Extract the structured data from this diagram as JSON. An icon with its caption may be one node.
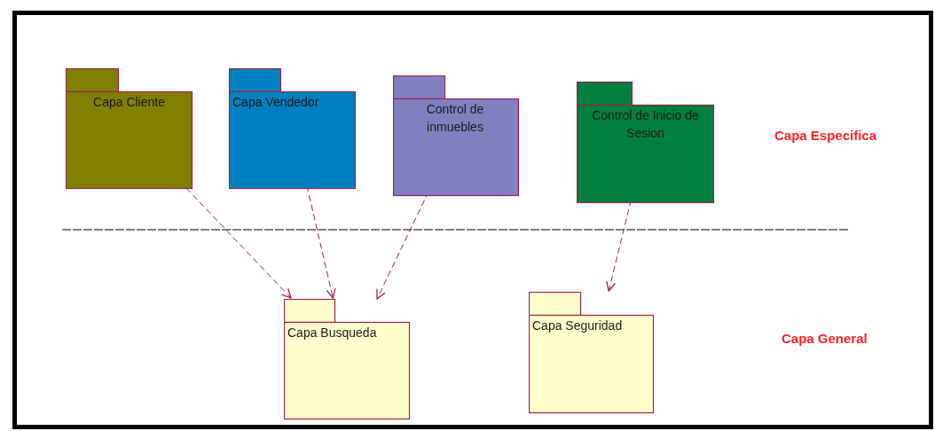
{
  "diagram": {
    "nodes": [
      {
        "text": [
          "Capa Cliente"
        ]
      },
      {
        "text": [
          "Capa Vendedor"
        ]
      },
      {
        "text": [
          "Control de inmuebles"
        ]
      },
      {
        "text": [
          "Control de Inicio de Sesion"
        ]
      },
      {
        "text": [
          "Capa Busqueda"
        ]
      },
      {
        "text": [
          "Capa Seguridad"
        ]
      }
    ],
    "edges": [
      {
        "from": 0,
        "to": 4,
        "arrow": "to",
        "style": "dashed"
      },
      {
        "from": 1,
        "to": 4,
        "arrow": "to",
        "style": "dashed"
      },
      {
        "from": 2,
        "to": 4,
        "arrow": "to",
        "style": "dashed"
      },
      {
        "from": 3,
        "to": 5,
        "arrow": "to",
        "style": "dashed"
      }
    ],
    "labels": [
      "Capa Especifica",
      "Capa General"
    ]
  }
}
